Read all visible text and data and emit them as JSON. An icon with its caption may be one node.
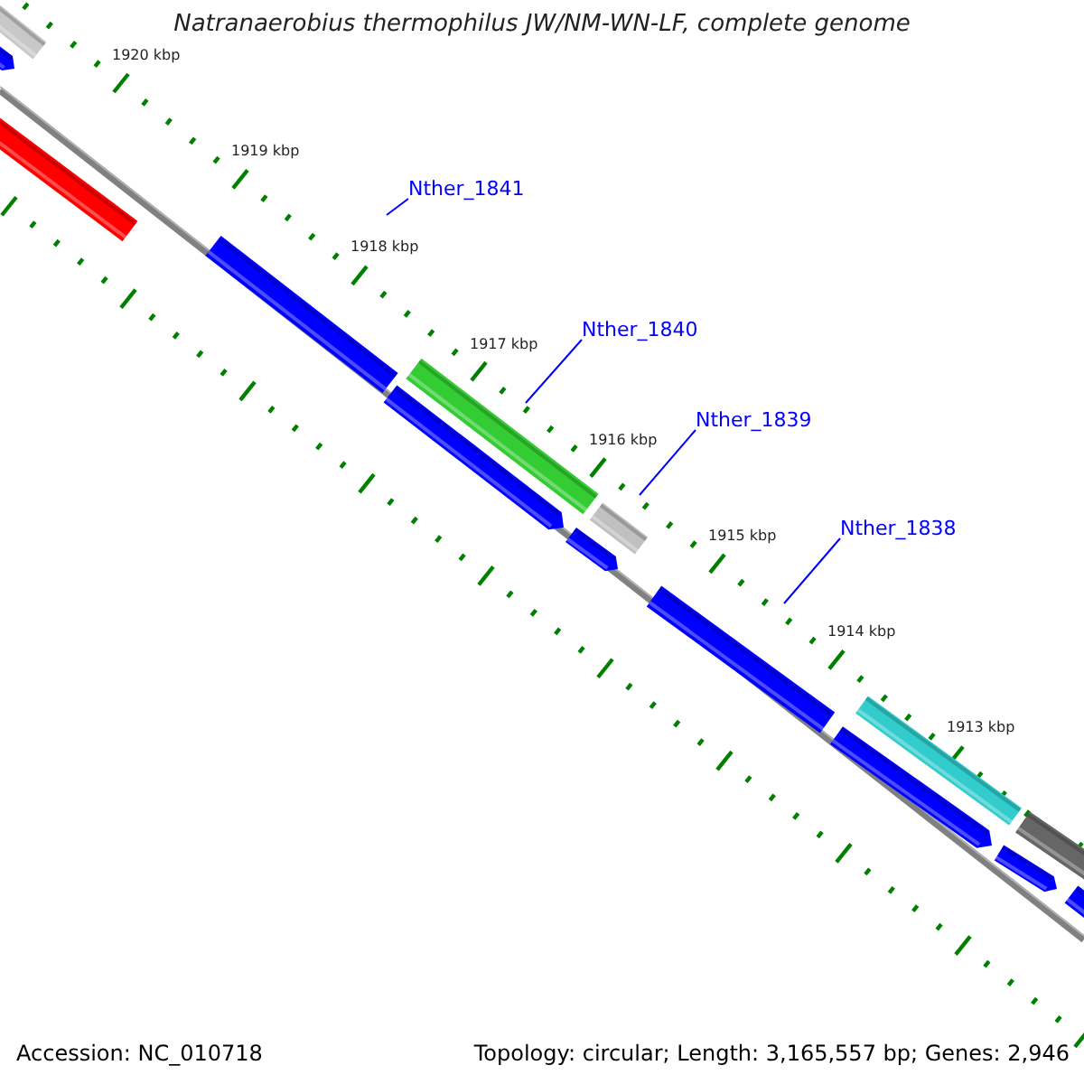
{
  "diagram": {
    "title": "Natranaerobius thermophilus JW/NM-WN-LF, complete genome",
    "nodes": [
      {
        "text": [
          "Nther_1841"
        ]
      },
      {
        "text": [
          "Nther_1840"
        ]
      },
      {
        "text": [
          "Nther_1839"
        ]
      },
      {
        "text": [
          "Nther_1838"
        ]
      }
    ],
    "edges": [
      {
        "from": 0,
        "to": null,
        "arrow": "none"
      },
      {
        "from": 1,
        "to": null,
        "arrow": "none"
      },
      {
        "from": 2,
        "to": null,
        "arrow": "none"
      },
      {
        "from": 3,
        "to": null,
        "arrow": "none"
      }
    ],
    "labels": [
      "1920 kbp",
      "1919 kbp",
      "1918 kbp",
      "1917 kbp",
      "1916 kbp",
      "1915 kbp",
      "1914 kbp",
      "1913 kbp",
      "Accession: NC_010718",
      "Topology: circular; Length: 3,165,557 bp; Genes: 2,946"
    ]
  }
}
